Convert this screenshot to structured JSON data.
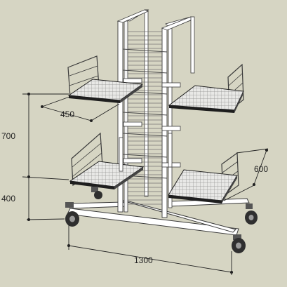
{
  "dimensions": {
    "shelf_width": "450",
    "shelf_depth": "600",
    "upper_tier_height": "700",
    "lower_tier_height": "400",
    "overall_length": "1300"
  },
  "colors": {
    "background": "#d6d5c3",
    "frame": "#ffffff",
    "frame_edge": "#3a3a3a",
    "shelf_top": "#e4e4e4",
    "shelf_edge": "#1e1e1e",
    "wheel": "#2f2f2f",
    "dimension_line": "#222222"
  }
}
